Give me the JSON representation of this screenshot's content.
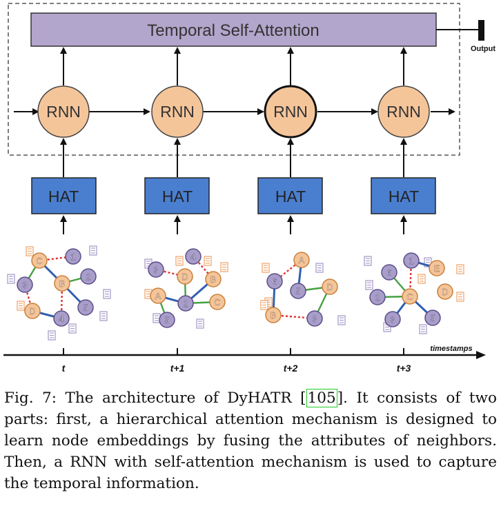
{
  "figure": {
    "attention_label": "Temporal Self-Attention",
    "output_label": "Output",
    "rnn_label": "RNN",
    "hat_label": "HAT",
    "timestamps_label": "timestamps",
    "time_labels": [
      "t",
      "t+1",
      "t+2",
      "t+3"
    ],
    "colors": {
      "attention_fill": "#b3a6cc",
      "rnn_fill": "#f5c59a",
      "hat_fill": "#4a7fcf",
      "node_purple": "#a99dca",
      "node_orange": "#f5c59a",
      "edge_blue": "#2f5faf",
      "edge_green": "#44a040",
      "edge_red": "#e03030"
    },
    "graphs": [
      {
        "nodes": [
          {
            "id": "C",
            "type": "orange"
          },
          {
            "id": "1",
            "type": "purple"
          },
          {
            "id": "3",
            "type": "purple"
          },
          {
            "id": "B",
            "type": "orange"
          },
          {
            "id": "2",
            "type": "purple"
          },
          {
            "id": "D",
            "type": "orange"
          },
          {
            "id": "5",
            "type": "purple"
          },
          {
            "id": "4",
            "type": "purple"
          }
        ],
        "edges": [
          [
            "C",
            "1",
            "red"
          ],
          [
            "C",
            "3",
            "green"
          ],
          [
            "C",
            "B",
            "blue"
          ],
          [
            "B",
            "2",
            "green"
          ],
          [
            "B",
            "4",
            "red"
          ],
          [
            "B",
            "5",
            "blue"
          ],
          [
            "3",
            "D",
            "red"
          ],
          [
            "D",
            "4",
            "blue"
          ]
        ]
      },
      {
        "nodes": [
          {
            "id": "3",
            "type": "purple"
          },
          {
            "id": "4",
            "type": "purple"
          },
          {
            "id": "D",
            "type": "orange"
          },
          {
            "id": "B",
            "type": "orange"
          },
          {
            "id": "A",
            "type": "orange"
          },
          {
            "id": "2",
            "type": "purple"
          },
          {
            "id": "C",
            "type": "orange"
          },
          {
            "id": "5",
            "type": "purple"
          }
        ],
        "edges": [
          [
            "3",
            "D",
            "red"
          ],
          [
            "4",
            "B",
            "red"
          ],
          [
            "D",
            "2",
            "green"
          ],
          [
            "B",
            "2",
            "blue"
          ],
          [
            "A",
            "2",
            "blue"
          ],
          [
            "A",
            "5",
            "green"
          ],
          [
            "2",
            "C",
            "green"
          ]
        ]
      },
      {
        "nodes": [
          {
            "id": "A",
            "type": "orange"
          },
          {
            "id": "6",
            "type": "purple"
          },
          {
            "id": "5",
            "type": "purple"
          },
          {
            "id": "D",
            "type": "orange"
          },
          {
            "id": "B",
            "type": "orange"
          },
          {
            "id": "3",
            "type": "purple"
          }
        ],
        "edges": [
          [
            "A",
            "6",
            "red"
          ],
          [
            "A",
            "5",
            "blue"
          ],
          [
            "5",
            "D",
            "green"
          ],
          [
            "6",
            "B",
            "blue"
          ],
          [
            "B",
            "3",
            "red"
          ],
          [
            "3",
            "D",
            "green"
          ]
        ]
      },
      {
        "nodes": [
          {
            "id": "1",
            "type": "purple"
          },
          {
            "id": "E",
            "type": "orange"
          },
          {
            "id": "6",
            "type": "purple"
          },
          {
            "id": "D",
            "type": "orange"
          },
          {
            "id": "2",
            "type": "purple"
          },
          {
            "id": "C",
            "type": "orange"
          },
          {
            "id": "3",
            "type": "purple"
          },
          {
            "id": "5",
            "type": "purple"
          }
        ],
        "edges": [
          [
            "1",
            "E",
            "blue"
          ],
          [
            "1",
            "C",
            "red"
          ],
          [
            "6",
            "C",
            "green"
          ],
          [
            "2",
            "C",
            "green"
          ],
          [
            "C",
            "3",
            "blue"
          ],
          [
            "C",
            "5",
            "blue"
          ]
        ]
      }
    ]
  },
  "caption": {
    "prefix": "Fig. 7: The architecture of DyHATR [",
    "ref": "105",
    "suffix": "]. It consists of two parts: first, a hierarchical attention mechanism is designed to learn node embeddings by fusing the attributes of neighbors. Then, a RNN with self-attention mechanism is used to capture the temporal information."
  }
}
